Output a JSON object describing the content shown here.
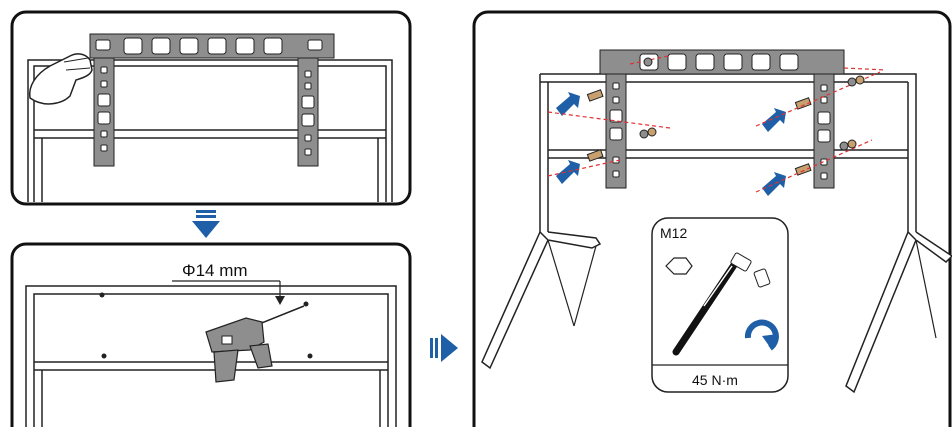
{
  "panel_drill": {
    "hole_diameter_label": "Φ14 mm"
  },
  "panel_tighten": {
    "bolt_size_label": "M12",
    "torque_label": "45 N·m"
  },
  "colors": {
    "accent_blue": "#1f5fa8",
    "steel_gray": "#8e8e8e",
    "frame_outline": "#222222",
    "bolt_tan": "#c8a070",
    "drill_red": "#e03030"
  },
  "icons": [
    "down-arrow-icon",
    "right-arrow-icon",
    "hex-nut-icon",
    "torque-wrench-icon",
    "clockwise-rotate-icon",
    "glove-hand-icon",
    "drill-icon"
  ]
}
